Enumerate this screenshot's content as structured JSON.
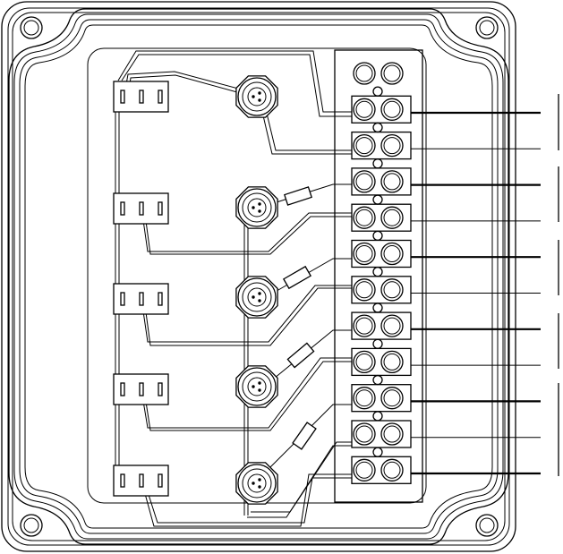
{
  "diagram": {
    "style": "line-drawing",
    "stroke_color": "#000000",
    "background": "#ffffff",
    "enclosure": {
      "corner_mounting_holes": 4
    },
    "switches": {
      "count": 5,
      "pins_each": 3
    },
    "connectors": {
      "count": 5,
      "type": "circular-3-pin"
    },
    "resistors": {
      "count": 4
    },
    "terminal_block": {
      "rows": 12,
      "columns": 2
    },
    "outgoing_wires": {
      "count": 11
    },
    "brackets": {
      "count": 5
    }
  }
}
